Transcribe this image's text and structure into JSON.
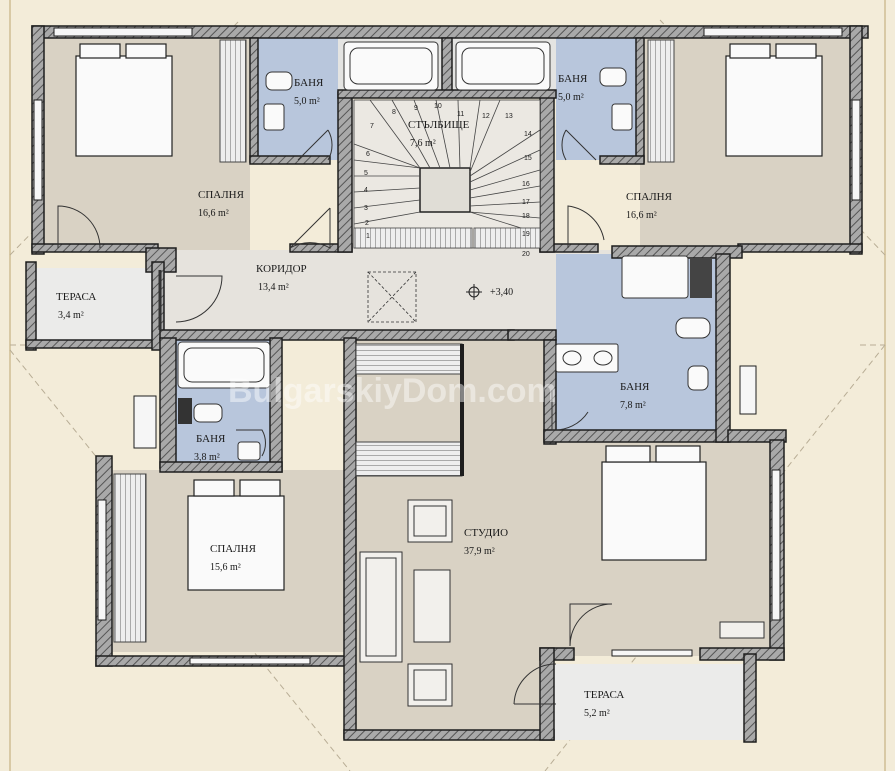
{
  "colors": {
    "background": "#f3ecd9",
    "room_fill": "#d9d2c4",
    "bath_fill": "#b8c6dc",
    "corridor_fill": "#e6e3dd",
    "terrace_fill": "#ebebea",
    "wall": "#1e1e1e",
    "wall_pattern": "#7a7a7a"
  },
  "rooms": {
    "bedroom_nw": {
      "name": "СПАЛНЯ",
      "area": "16,6 m²"
    },
    "bath_nw": {
      "name": "БАНЯ",
      "area": "5,0 m²"
    },
    "stairs": {
      "name": "СТЪЛБИЩЕ",
      "area": "7,6 m²"
    },
    "bath_ne": {
      "name": "БАНЯ",
      "area": "5,0 m²"
    },
    "bedroom_ne": {
      "name": "СПАЛНЯ",
      "area": "16,6 m²"
    },
    "terrace_w": {
      "name": "ТЕРАСА",
      "area": "3,4 m²"
    },
    "corridor": {
      "name": "КОРИДОР",
      "area": "13,4 m²"
    },
    "level": "+3,40",
    "bath_e": {
      "name": "БАНЯ",
      "area": "7,8 m²"
    },
    "bath_sw": {
      "name": "БАНЯ",
      "area": "3,8 m²"
    },
    "bedroom_sw": {
      "name": "СПАЛНЯ",
      "area": "15,6 m²"
    },
    "studio": {
      "name": "СТУДИО",
      "area": "37,9 m²"
    },
    "terrace_s": {
      "name": "ТЕРАСА",
      "area": "5,2 m²"
    }
  },
  "stair_steps": [
    "1",
    "2",
    "3",
    "4",
    "5",
    "6",
    "7",
    "8",
    "9",
    "10",
    "11",
    "12",
    "13",
    "14",
    "15",
    "16",
    "17",
    "18",
    "19",
    "20"
  ],
  "watermark": "BulgarskiyDom.com"
}
